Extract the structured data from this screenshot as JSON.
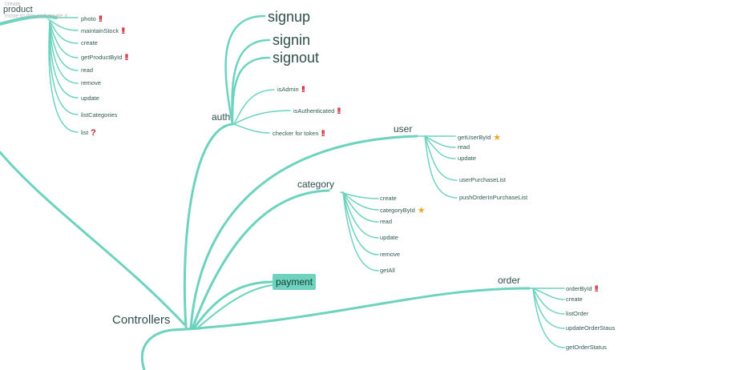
{
  "colors": {
    "edge": "#6dd3bf",
    "text": "#2f5b52",
    "important": "#c9252d",
    "star": "#f3a42a"
  },
  "header": {
    "title": "product",
    "faint_1": "create",
    "faint_2": "move to this and create it"
  },
  "root": {
    "label": "Controllers"
  },
  "product": {
    "items": [
      "photo",
      "maintainStock",
      "create",
      "getProductById",
      "read",
      "remove",
      "update",
      "listCategories",
      "list"
    ]
  },
  "auth": {
    "label": "auth",
    "big_items": [
      "signup",
      "signin",
      "signout"
    ],
    "items": [
      "isAdmin",
      "isAuthenticated",
      "checker for token"
    ]
  },
  "user": {
    "label": "user",
    "items": [
      "getUserById",
      "read",
      "update",
      "userPurchaseList",
      "pushOrderInPurchaseList"
    ]
  },
  "category": {
    "label": "category",
    "items": [
      "create",
      "categoryById",
      "read",
      "update",
      "remove",
      "getAll"
    ]
  },
  "payment": {
    "label": "payment"
  },
  "order": {
    "label": "order",
    "items": [
      "orderById",
      "create",
      "listOrder",
      "updateOrderStaus",
      "getOrderStatus"
    ]
  },
  "icons": {
    "important": "double-exclamation-icon",
    "question": "question-mark-icon",
    "favorite": "star-icon"
  }
}
